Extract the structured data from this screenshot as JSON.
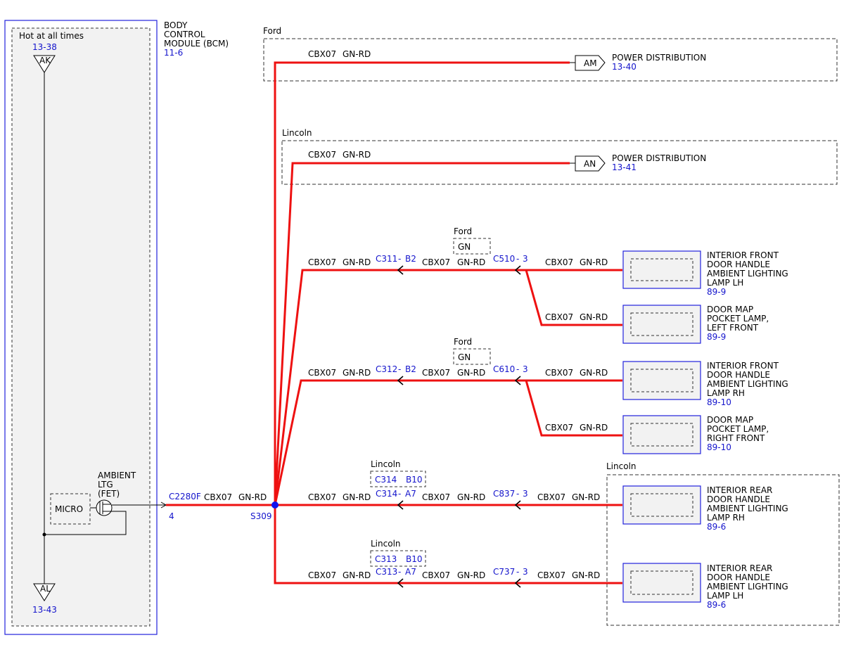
{
  "colors": {
    "wire": "#ee1111",
    "ref": "#1414cc",
    "module_border": "#2222dd",
    "box_fill": "#f2f2f2",
    "splice": "#1111ee"
  },
  "bcm": {
    "title_lines": [
      "BODY",
      "CONTROL",
      "MODULE (BCM)"
    ],
    "ref": "11-6",
    "hot_label": "Hot at all times",
    "top_ref": "13-38",
    "top_terminal": "AK",
    "bottom_terminal": "AL",
    "bottom_ref": "13-43",
    "micro_label": "MICRO",
    "fet_lines": [
      "AMBIENT",
      "LTG",
      "(FET)"
    ],
    "connector": "C2280F",
    "pin": "4"
  },
  "main_wire": {
    "circuit": "CBX07",
    "color": "GN-RD"
  },
  "splice": "S309",
  "ford_group": {
    "label": "Ford",
    "circuit": "CBX07",
    "color": "GN-RD",
    "terminal": "AM",
    "dest": "POWER DISTRIBUTION",
    "dest_ref": "13-40"
  },
  "lincoln_group": {
    "label": "Lincoln",
    "circuit": "CBX07",
    "color": "GN-RD",
    "terminal": "AN",
    "dest": "POWER DISTRIBUTION",
    "dest_ref": "13-41"
  },
  "branch_front_lh": {
    "circuit": "CBX07",
    "color": "GN-RD",
    "conn1": "C311",
    "pin1": "B2",
    "conn2": "C510",
    "pin2": "3",
    "note_label": "Ford",
    "note_value": "GN",
    "lamp1_lines": [
      "INTERIOR FRONT",
      "DOOR HANDLE",
      "AMBIENT LIGHTING",
      "LAMP LH"
    ],
    "lamp1_ref": "89-9",
    "lamp2_lines": [
      "DOOR MAP",
      "POCKET LAMP,",
      "LEFT FRONT"
    ],
    "lamp2_ref": "89-9"
  },
  "branch_front_rh": {
    "circuit": "CBX07",
    "color": "GN-RD",
    "conn1": "C312",
    "pin1": "B2",
    "conn2": "C610",
    "pin2": "3",
    "note_label": "Ford",
    "note_value": "GN",
    "lamp1_lines": [
      "INTERIOR FRONT",
      "DOOR HANDLE",
      "AMBIENT LIGHTING",
      "LAMP RH"
    ],
    "lamp1_ref": "89-10",
    "lamp2_lines": [
      "DOOR MAP",
      "POCKET LAMP,",
      "RIGHT FRONT"
    ],
    "lamp2_ref": "89-10"
  },
  "branch_rear_rh": {
    "circuit": "CBX07",
    "color": "GN-RD",
    "conn1": "C314",
    "pin1": "A7",
    "conn2": "C837",
    "pin2": "3",
    "note_label": "Lincoln",
    "note_conn": "C314",
    "note_pin": "B10",
    "lamp_lines": [
      "INTERIOR REAR",
      "DOOR HANDLE",
      "AMBIENT LIGHTING",
      "LAMP RH"
    ],
    "lamp_ref": "89-6"
  },
  "branch_rear_lh": {
    "circuit": "CBX07",
    "color": "GN-RD",
    "conn1": "C313",
    "pin1": "A7",
    "conn2": "C737",
    "pin2": "3",
    "note_label": "Lincoln",
    "note_conn": "C313",
    "note_pin": "B10",
    "lamp_lines": [
      "INTERIOR REAR",
      "DOOR HANDLE",
      "AMBIENT LIGHTING",
      "LAMP LH"
    ],
    "lamp_ref": "89-6"
  },
  "rear_group_label": "Lincoln"
}
